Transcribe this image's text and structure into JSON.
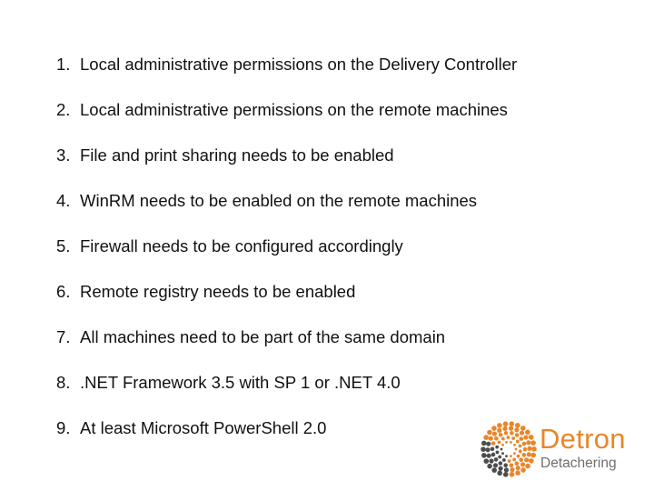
{
  "slide": {
    "items": [
      {
        "number": "1.",
        "text": "Local administrative permissions on the Delivery Controller"
      },
      {
        "number": "2.",
        "text": "Local administrative permissions on the remote machines"
      },
      {
        "number": "3.",
        "text": "File and print sharing needs to be enabled"
      },
      {
        "number": "4.",
        "text": "WinRM needs to be enabled on the remote machines"
      },
      {
        "number": "5.",
        "text": "Firewall needs to be configured accordingly"
      },
      {
        "number": "6.",
        "text": "Remote registry needs to be enabled"
      },
      {
        "number": "7.",
        "text": "All machines need to be part of the same domain"
      },
      {
        "number": "8.",
        "text": ".NET Framework 3.5 with SP 1 or .NET 4.0"
      },
      {
        "number": "9.",
        "text": "At least Microsoft PowerShell 2.0"
      }
    ]
  },
  "logo": {
    "brand": "Detron",
    "tagline": "Detachering",
    "icon": "sunburst-dots-icon",
    "colors": {
      "brand": "#e8862a",
      "dots_dark": "#4d4d4d",
      "tagline": "#6f6f6f"
    }
  }
}
